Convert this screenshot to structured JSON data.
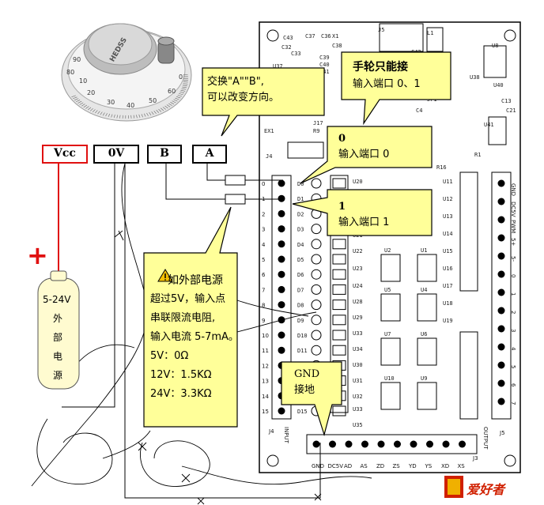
{
  "terminals": {
    "vcc": "Vcc",
    "zero_v": "0V",
    "b": "B",
    "a": "A"
  },
  "bubble_swap": {
    "line1": "交换\"A\"\"B\",",
    "line2": "可以改变方向。"
  },
  "bubble_handwheel": {
    "line1": "手轮只能接",
    "line2": "输入端口 0、1"
  },
  "bubble_port0": {
    "line1": "0",
    "line2": "输入端口 0"
  },
  "bubble_port1": {
    "line1": "1",
    "line2": "输入端口 1"
  },
  "bubble_power": {
    "title": "如外部电源",
    "line1": "超过5V，输入点",
    "line2": "串联限流电阻,",
    "line3": "输入电流 5-7mA。",
    "line4": "5V：0Ω",
    "line5": "12V：1.5KΩ",
    "line6": "24V：3.3KΩ"
  },
  "bubble_gnd": {
    "line1": "GND",
    "line2": "接地"
  },
  "battery": {
    "voltage": "5-24V",
    "c1": "外",
    "c2": "部",
    "c3": "电",
    "c4": "源"
  },
  "plus_sign": "+",
  "handwheel": {
    "brand": "HEDSS",
    "dial": [
      "10",
      "20",
      "30",
      "40",
      "50",
      "60",
      "0",
      "90",
      "80"
    ]
  },
  "pcb": {
    "side_inputs": [
      "D0",
      "D1",
      "D2",
      "D3",
      "D4",
      "D5",
      "D6",
      "D7",
      "D8",
      "D9",
      "D10",
      "D11",
      "D12",
      "D13",
      "D14",
      "D15"
    ],
    "input_numbers": [
      "0",
      "1",
      "2",
      "3",
      "4",
      "5",
      "6",
      "7",
      "8",
      "9",
      "10",
      "11",
      "12",
      "13",
      "14",
      "15"
    ],
    "chips_mid": [
      "U20",
      "U21",
      "U22",
      "U23",
      "U24",
      "U28",
      "U29",
      "U33",
      "U34",
      "U30",
      "U31",
      "U32",
      "U33",
      "U35"
    ],
    "u_small": [
      "U2",
      "U1",
      "U5",
      "U4",
      "U7",
      "U6",
      "U10",
      "U9"
    ],
    "u_right": [
      "U11",
      "U12",
      "U13",
      "U14",
      "U15",
      "U16",
      "U17",
      "U18",
      "U19"
    ],
    "top_labels": [
      "C43",
      "C32",
      "C37",
      "C36",
      "C39",
      "C40",
      "C41",
      "C38",
      "J5",
      "L1",
      "C42",
      "U37",
      "C33",
      "X1",
      "U8",
      "C13",
      "U40",
      "U38",
      "JP1",
      "C21",
      "U41",
      "J17",
      "R9",
      "R16",
      "J4",
      "C4",
      "R15",
      "R1",
      "EX1"
    ],
    "output_labels": [
      "GND",
      "DC5V",
      "PWM",
      "5+",
      "5-",
      "0",
      "1",
      "2",
      "3",
      "4",
      "5",
      "6",
      "7"
    ],
    "bottom_labels": [
      "GND",
      "DC5V",
      "AD",
      "AS",
      "ZD",
      "ZS",
      "YD",
      "YS",
      "XD",
      "XS"
    ],
    "j4_label": "J4",
    "input_label": "INPUT",
    "j3_label": "J3",
    "j5_label": "J5",
    "output_label": "OUTPUT"
  },
  "logo": "爱好者",
  "colors": {
    "bubble_fill": "#ffff99",
    "red": "#e01010",
    "battery_fill": "#fffbd0",
    "logo_red": "#d02000",
    "logo_yellow": "#f0b000"
  }
}
